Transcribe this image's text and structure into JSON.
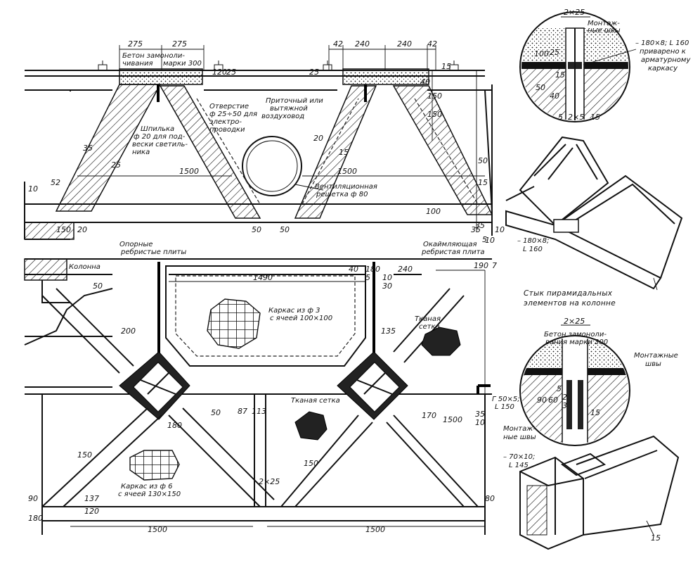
{
  "section": {
    "dims_top": [
      "275",
      "275",
      "42",
      "240",
      "240",
      "42"
    ],
    "callout_concrete": [
      "Бетон замоноли-",
      "чивания",
      "марки 300"
    ],
    "callout_stud": [
      "Шпилька",
      "ф 20 для под-",
      "вески светиль-",
      "ника"
    ],
    "callout_hole": [
      "Отверстие",
      "ф 25÷50 для",
      "электро-",
      "проводки"
    ],
    "callout_duct": [
      "Приточный или",
      "вытяжной",
      "воздуховод"
    ],
    "callout_grille": [
      "Вентиляционная",
      "решетка ф 80"
    ],
    "dims_misc": [
      "25",
      "120",
      "25",
      "40",
      "15",
      "35",
      "20",
      "15",
      "50",
      "150",
      "25",
      "150",
      "100",
      "35",
      "15",
      "10"
    ],
    "span_left": "1500",
    "span_right": "1500",
    "dims_bottom": [
      "150",
      "20",
      "10",
      "52",
      "50",
      "50",
      "35",
      "10",
      "5"
    ]
  },
  "plan": {
    "label_support_plates": [
      "Опорные",
      "ребристые плиты"
    ],
    "label_edge_plate": [
      "Окаймляющая",
      "ребристая плита"
    ],
    "label_column": "Колонна",
    "label_cage_top": [
      "Каркас из ф 3",
      "с ячеей 100×100"
    ],
    "label_fabric_1": [
      "Тканая",
      "сетка"
    ],
    "label_fabric_2": "Тканая сетка",
    "label_cage_bottom": [
      "Каркас из ф 6",
      "с ячеей 130×150"
    ],
    "label_angle": [
      "Г 50×5;",
      "L 150"
    ],
    "dims_top": [
      "1490",
      "40",
      "180",
      "240",
      "190",
      "7",
      "5",
      "10",
      "30",
      "50"
    ],
    "dims_inner": [
      "200",
      "135",
      "87",
      "113",
      "180",
      "2×25",
      "50",
      "150",
      "170",
      "150",
      "1500"
    ],
    "dims_bottom": [
      "1500",
      "1500"
    ],
    "dims_side": [
      "90",
      "180",
      "137",
      "120",
      "80",
      "35",
      "10"
    ]
  },
  "detail_top": {
    "dims": [
      "2×25"
    ],
    "label_weld": [
      "Монтаж-",
      "ные швы"
    ],
    "label_plate": [
      "– 180×8; L 160",
      "приварено к",
      "арматурному",
      "каркасу"
    ],
    "dims_side": [
      "100",
      "50",
      "25",
      "40",
      "15"
    ],
    "dims_bottom": [
      "5",
      "2×5",
      "15"
    ]
  },
  "iso_top": {
    "label_plate": [
      "– 180×8;",
      "L 160"
    ]
  },
  "caption_joint": [
    "Стык пирамидальных",
    "элементов на колонне"
  ],
  "detail_bottom": {
    "dims": [
      "2×25"
    ],
    "label_concrete": [
      "Бетон замоноли-",
      "вания марки 300"
    ],
    "label_weld": [
      "Монтажные",
      "швы"
    ],
    "dims_inner": [
      "90",
      "60",
      "5",
      "2",
      "3",
      "15"
    ],
    "label_weld_2": [
      "Монтаж-",
      "ные швы"
    ]
  },
  "iso_bottom": {
    "label_plate": [
      "– 70×10;",
      "L 145"
    ],
    "dim_end": "15"
  }
}
